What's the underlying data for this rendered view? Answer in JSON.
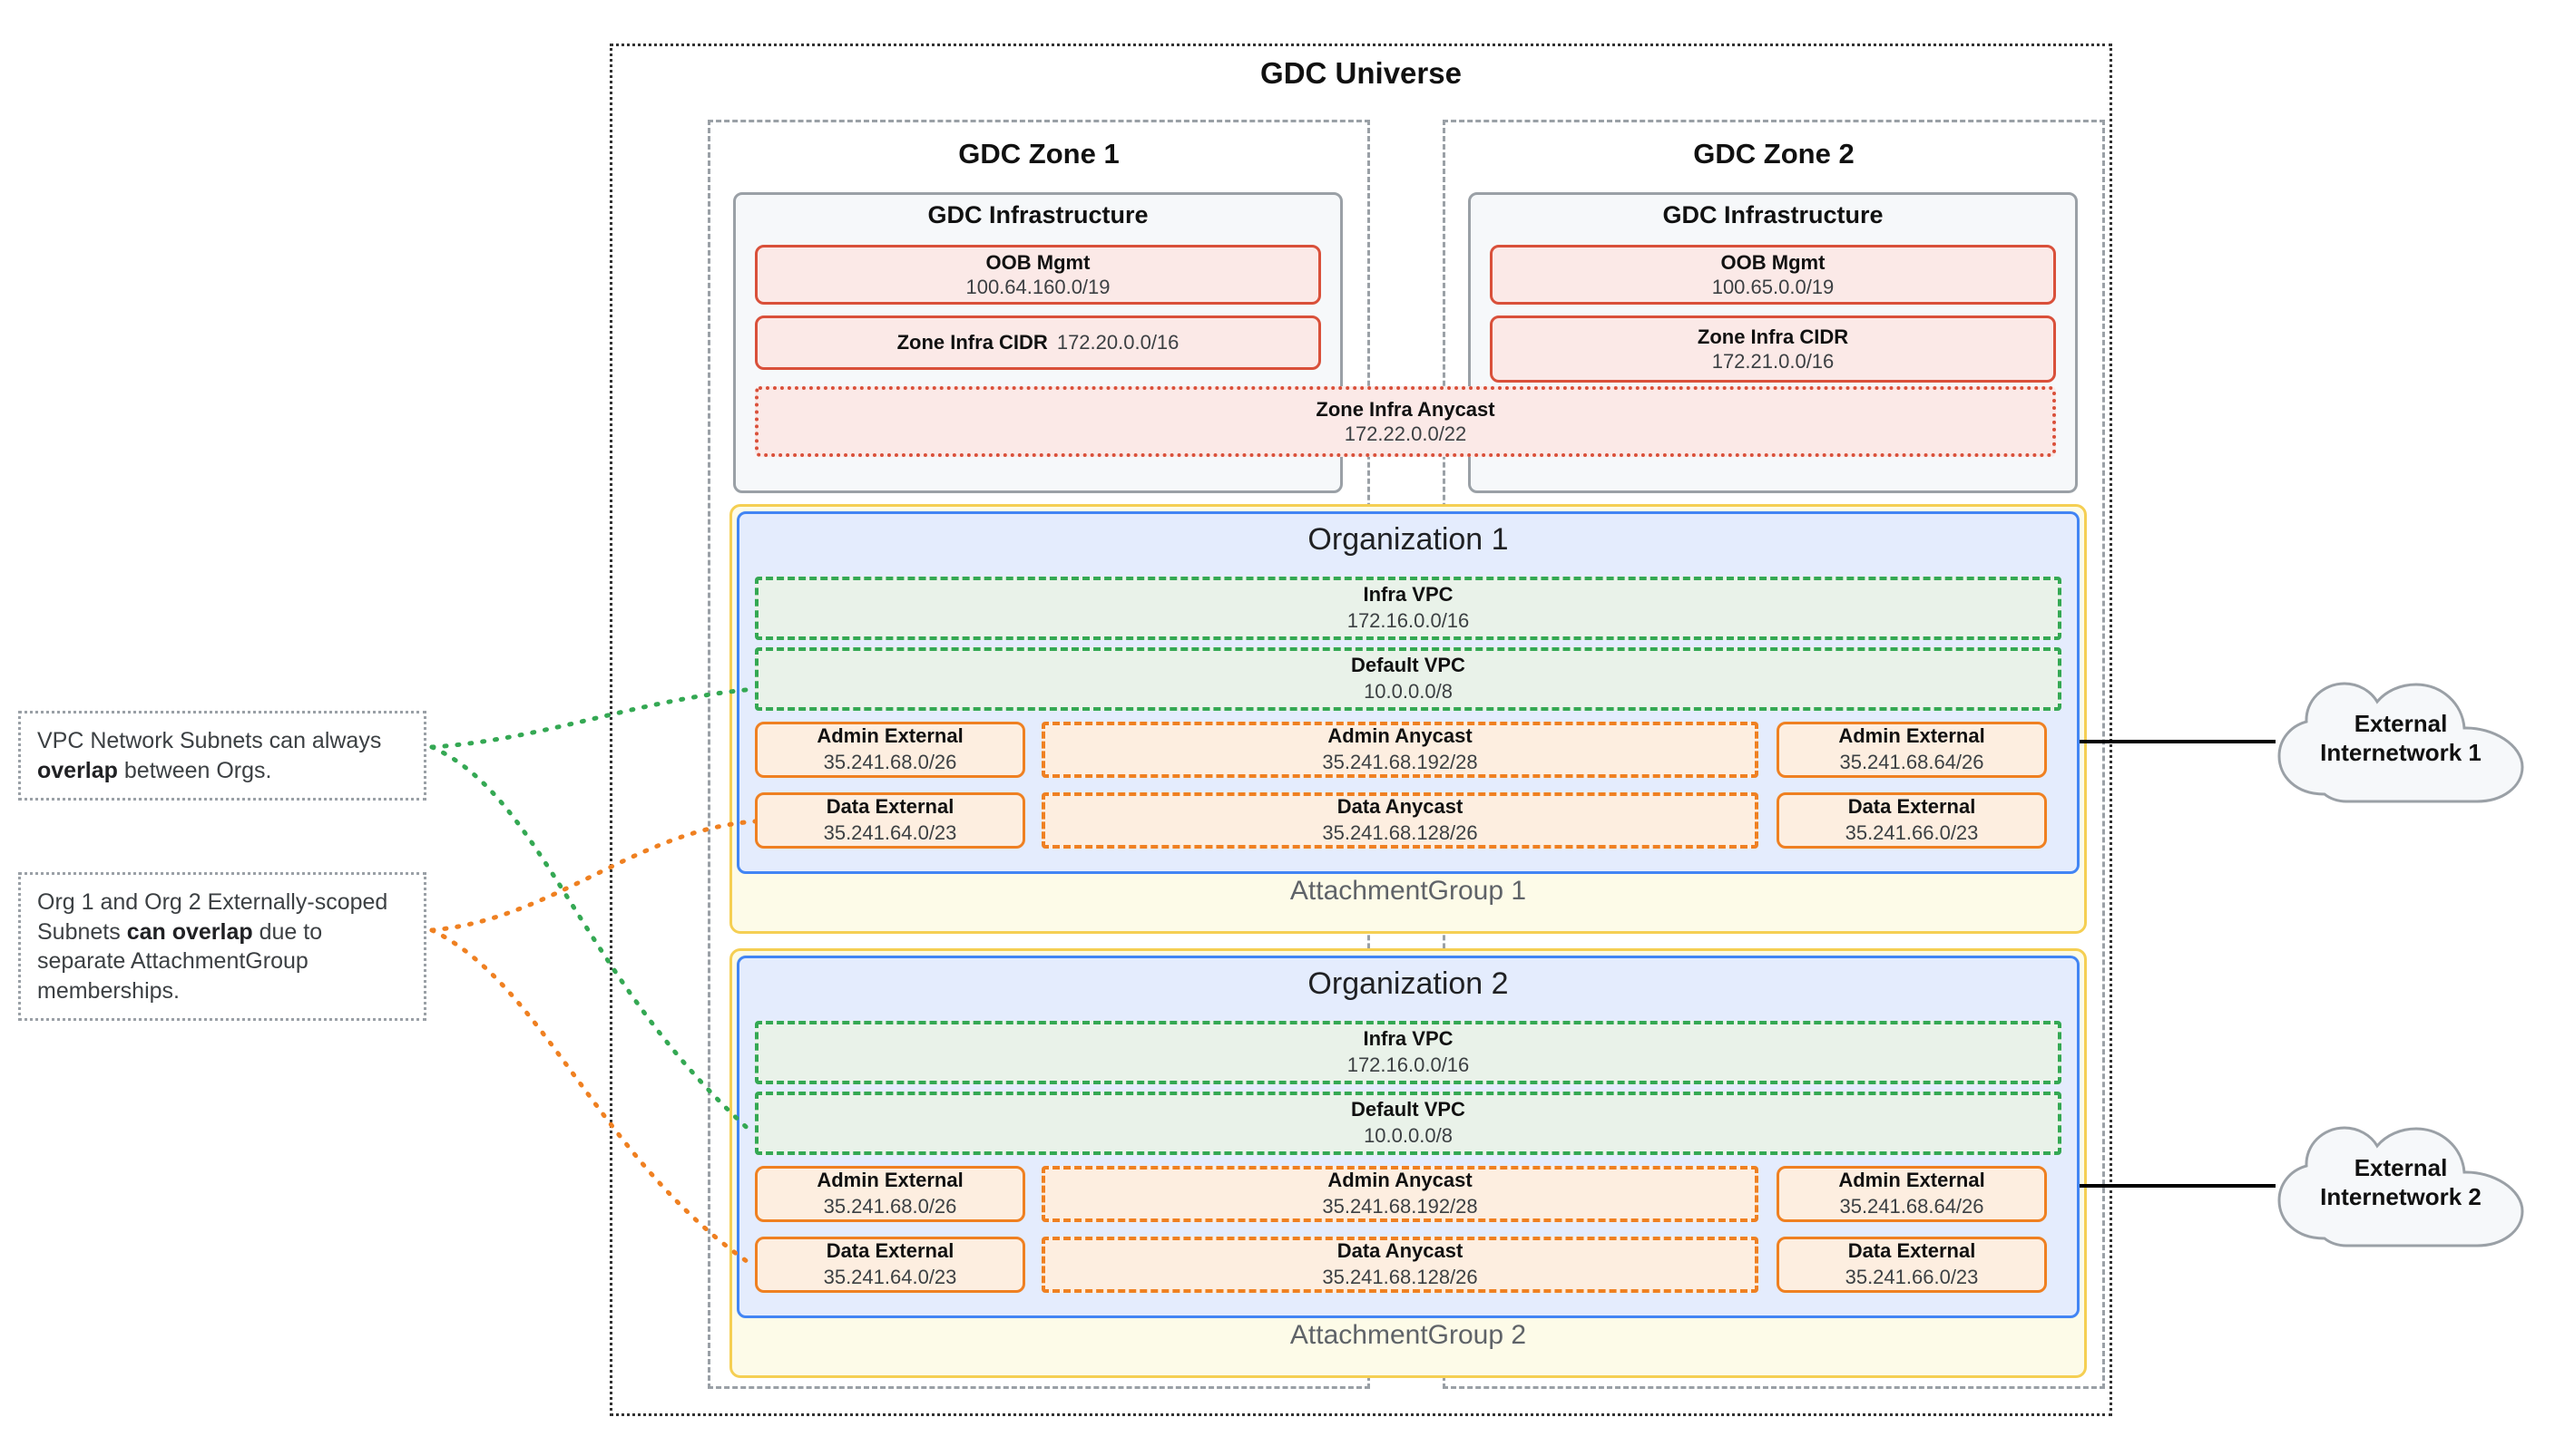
{
  "universe": {
    "title": "GDC Universe"
  },
  "zones": [
    {
      "title": "GDC Zone 1",
      "infra_title": "GDC Infrastructure",
      "oob": {
        "label": "OOB Mgmt",
        "value": "100.64.160.0/19"
      },
      "zone_infra_cidr": {
        "label": "Zone Infra CIDR",
        "value": "172.20.0.0/16",
        "layout": "inline"
      }
    },
    {
      "title": "GDC Zone 2",
      "infra_title": "GDC Infrastructure",
      "oob": {
        "label": "OOB Mgmt",
        "value": "100.65.0.0/19"
      },
      "zone_infra_cidr": {
        "label": "Zone Infra CIDR",
        "value": "172.21.0.0/16",
        "layout": "stacked"
      }
    }
  ],
  "zone_infra_anycast": {
    "label": "Zone Infra Anycast",
    "value": "172.22.0.0/22"
  },
  "organizations": [
    {
      "title": "Organization 1",
      "attachment_group": "AttachmentGroup 1",
      "vpcs": [
        {
          "label": "Infra VPC",
          "value": "172.16.0.0/16"
        },
        {
          "label": "Default VPC",
          "value": "10.0.0.0/8"
        }
      ],
      "subnets": {
        "admin_external_left": {
          "label": "Admin External",
          "value": "35.241.68.0/26"
        },
        "admin_anycast": {
          "label": "Admin Anycast",
          "value": "35.241.68.192/28"
        },
        "admin_external_right": {
          "label": "Admin External",
          "value": "35.241.68.64/26"
        },
        "data_external_left": {
          "label": "Data External",
          "value": "35.241.64.0/23"
        },
        "data_anycast": {
          "label": "Data Anycast",
          "value": "35.241.68.128/26"
        },
        "data_external_right": {
          "label": "Data External",
          "value": "35.241.66.0/23"
        }
      }
    },
    {
      "title": "Organization 2",
      "attachment_group": "AttachmentGroup 2",
      "vpcs": [
        {
          "label": "Infra VPC",
          "value": "172.16.0.0/16"
        },
        {
          "label": "Default VPC",
          "value": "10.0.0.0/8"
        }
      ],
      "subnets": {
        "admin_external_left": {
          "label": "Admin External",
          "value": "35.241.68.0/26"
        },
        "admin_anycast": {
          "label": "Admin Anycast",
          "value": "35.241.68.192/28"
        },
        "admin_external_right": {
          "label": "Admin External",
          "value": "35.241.68.64/26"
        },
        "data_external_left": {
          "label": "Data External",
          "value": "35.241.64.0/23"
        },
        "data_anycast": {
          "label": "Data Anycast",
          "value": "35.241.68.128/26"
        },
        "data_external_right": {
          "label": "Data External",
          "value": "35.241.66.0/23"
        }
      }
    }
  ],
  "callouts": [
    {
      "text_before": "VPC Network Subnets can always ",
      "emphasis": "overlap",
      "text_after": " between Orgs."
    },
    {
      "text_before": "Org 1 and Org 2 Externally-scoped Subnets ",
      "emphasis": "can overlap",
      "text_after": " due to separate AttachmentGroup memberships."
    }
  ],
  "external_networks": [
    {
      "line1": "External",
      "line2": "Internetwork 1"
    },
    {
      "line1": "External",
      "line2": "Internetwork 2"
    }
  ],
  "colors": {
    "universe_border": "#333333",
    "zone_border": "#9aa0a6",
    "infra_border": "#9aa0a6",
    "infra_fill": "#f6f8fa",
    "red_border": "#d9503a",
    "red_fill": "#fbe9e7",
    "attachment_group_border": "#f5cf53",
    "attachment_group_fill": "#fdfbe8",
    "org_border": "#4285f4",
    "org_fill": "#e4ecfd",
    "vpc_border": "#34a853",
    "vpc_fill": "#e9f2e9",
    "subnet_border": "#ef8021",
    "subnet_fill": "#fdeee0",
    "cloud_border": "#9aa0a6",
    "cloud_fill": "#f6f8fa",
    "callout_border": "#9aa0a6"
  }
}
